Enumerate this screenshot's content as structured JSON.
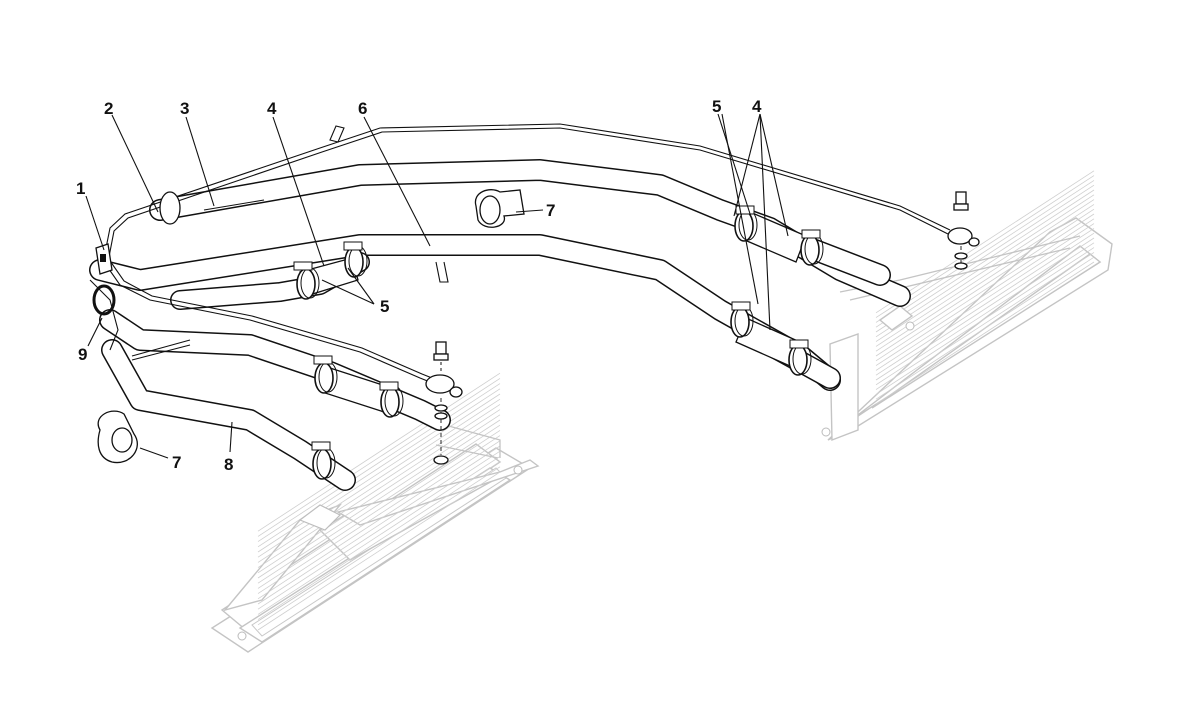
{
  "callouts": {
    "c1": "1",
    "c2": "2",
    "c3": "3",
    "c4a": "4",
    "c4b": "4",
    "c5a": "5",
    "c5b": "5",
    "c6": "6",
    "c7a": "7",
    "c7b": "7",
    "c8": "8",
    "c9": "9"
  },
  "colors": {
    "line": "#111111",
    "radiator": "#c4c4c4",
    "background": "#ffffff"
  }
}
